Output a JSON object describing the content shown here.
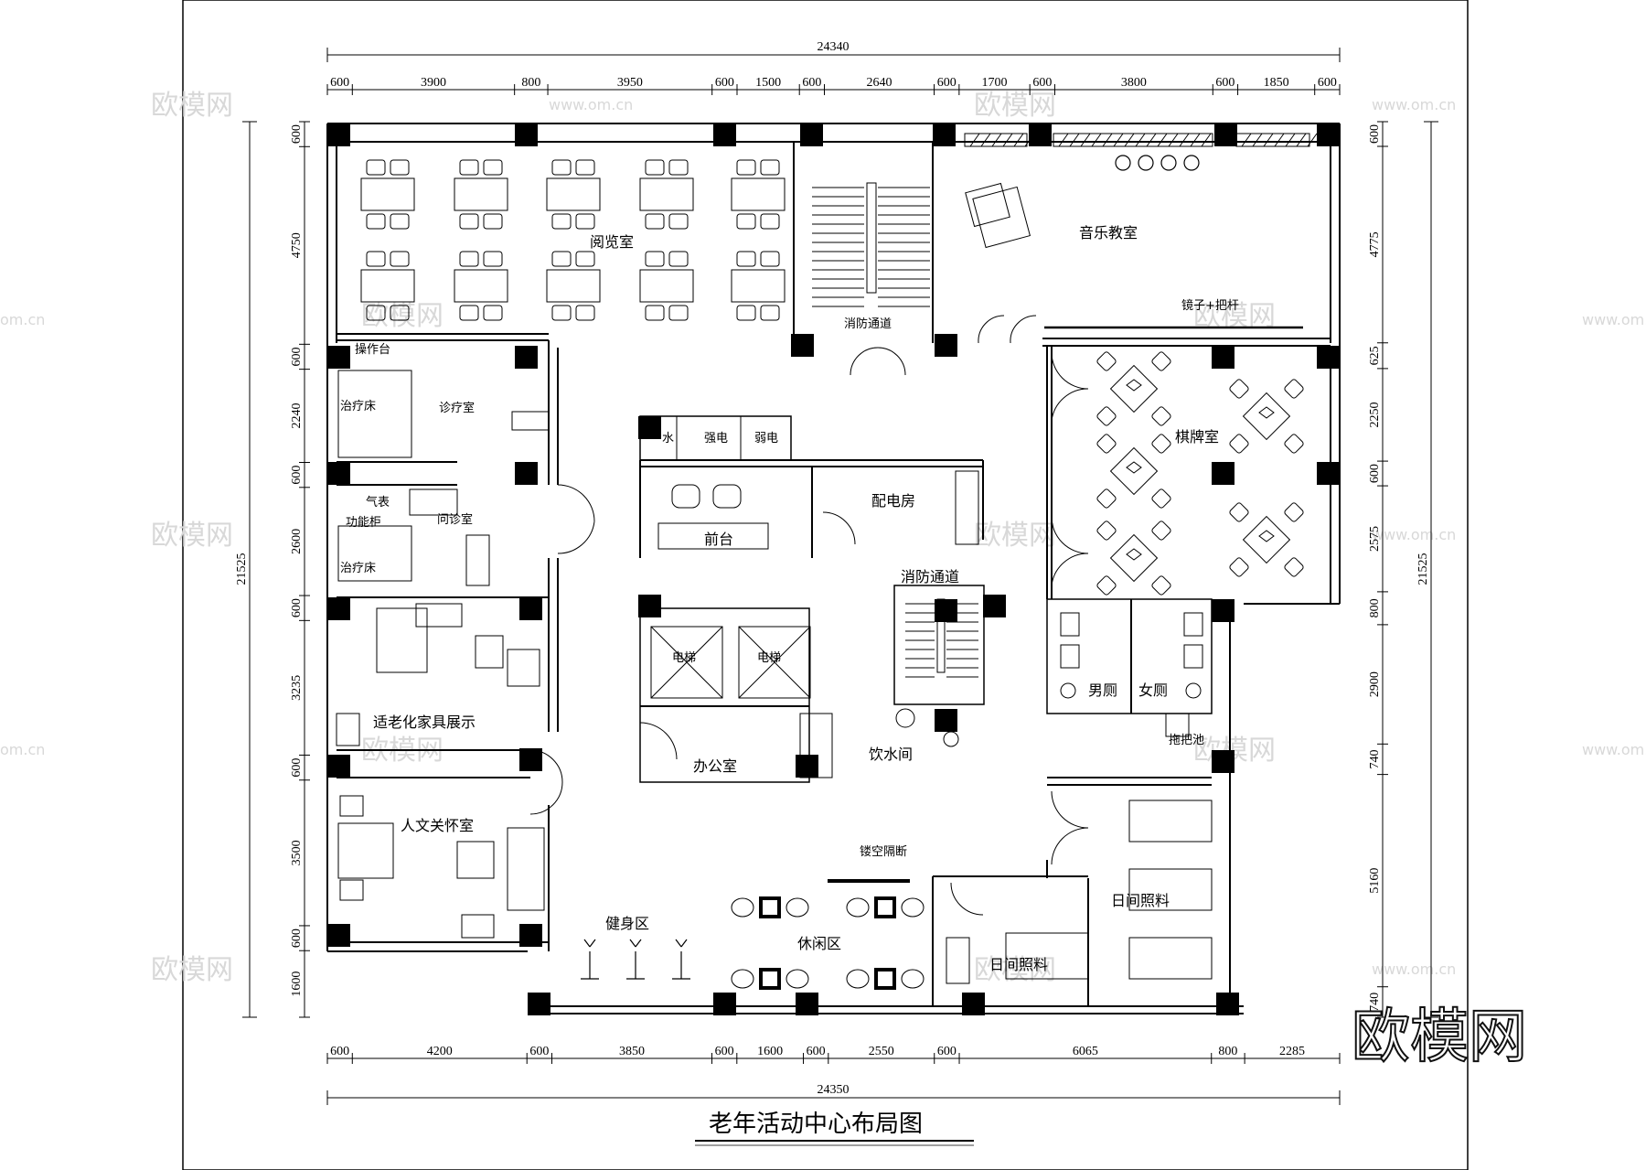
{
  "title": "老年活动中心布局图",
  "brand_watermark": "欧模网",
  "watermarks": {
    "cn": "欧模网",
    "url": "www.om.cn",
    "short": "om.cn"
  },
  "dimensions": {
    "top_total": "24340",
    "top_segments": [
      "600",
      "3900",
      "800",
      "3950",
      "600",
      "1500",
      "600",
      "2640",
      "600",
      "1700",
      "600",
      "3800",
      "600",
      "1850",
      "600"
    ],
    "bottom_total": "24350",
    "bottom_segments": [
      "600",
      "4200",
      "600",
      "3850",
      "600",
      "1600",
      "600",
      "2550",
      "600",
      "6065",
      "800",
      "2285"
    ],
    "left_total": "21525",
    "left_segments": [
      "600",
      "4750",
      "600",
      "2240",
      "600",
      "2600",
      "600",
      "3235",
      "600",
      "3500",
      "600",
      "1600"
    ],
    "right_total": "21525",
    "right_segments": [
      "600",
      "4775",
      "625",
      "2250",
      "600",
      "2575",
      "800",
      "2900",
      "740",
      "5160",
      "740"
    ]
  },
  "rooms": {
    "reading": "阅览室",
    "music": "音乐教室",
    "mirror": "镜子+把杆",
    "fire_passage_top": "消防通道",
    "chess": "棋牌室",
    "operation_desk": "操作台",
    "treatment_bed_1": "治疗床",
    "clinic": "诊疗室",
    "gauge": "气表",
    "function_cabinet": "功能柜",
    "consult": "问诊室",
    "treatment_bed_2": "治疗床",
    "water": "水",
    "strong_elec": "强电",
    "weak_elec": "弱电",
    "power_room": "配电房",
    "reception": "前台",
    "fire_passage_mid": "消防通道",
    "elevator_1": "电梯",
    "elevator_2": "电梯",
    "office": "办公室",
    "water_room": "饮水间",
    "mens_wc": "男厕",
    "womens_wc": "女厕",
    "mop_pool": "拖把池",
    "furniture_display": "适老化家具展示",
    "care_room": "人文关怀室",
    "hollow_partition": "镂空隔断",
    "day_care_1": "日间照料",
    "day_care_2": "日间照料",
    "fitness": "健身区",
    "leisure": "休闲区"
  }
}
